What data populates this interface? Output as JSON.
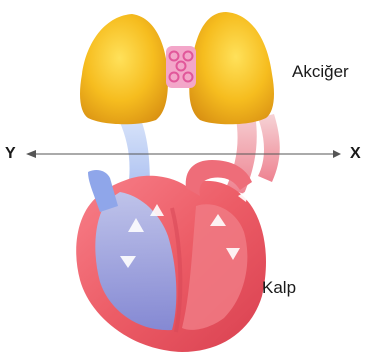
{
  "labels": {
    "lung": "Akciğer",
    "heart": "Kalp",
    "left_axis": "Y",
    "right_axis": "X"
  },
  "colors": {
    "lung": "#f2b21e",
    "heart": "#ea5a5e",
    "deoxygenated_blood": "#7e9ae6",
    "oxygenated_blood": "#e8485c",
    "trachea": "#f07ab2"
  }
}
